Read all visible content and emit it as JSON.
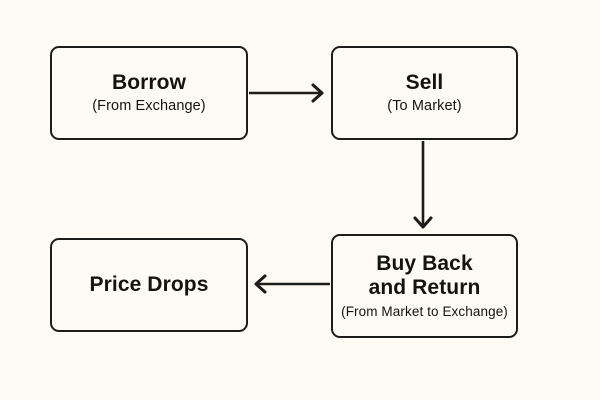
{
  "diagram": {
    "title_text": "",
    "background_color": "#fdfbf3",
    "stroke_color": "#1c1c1a",
    "text_color": "#14140f",
    "nodes": [
      {
        "id": "borrow",
        "title": "Borrow",
        "subtitle": "(From Exchange)"
      },
      {
        "id": "sell",
        "title": "Sell",
        "subtitle": "(To Market)"
      },
      {
        "id": "buyback",
        "title": "Buy Back\nand Return",
        "subtitle": "(From Market to Exchange)"
      },
      {
        "id": "pricedrops",
        "title": "Price Drops",
        "subtitle": ""
      }
    ],
    "connectors": [
      {
        "id": "borrow-to-sell",
        "from": "borrow",
        "to": "sell",
        "direction": "right",
        "label": ""
      },
      {
        "id": "sell-to-buyback",
        "from": "sell",
        "to": "buyback",
        "direction": "down",
        "label": ""
      },
      {
        "id": "buyback-to-pricedrops",
        "from": "buyback",
        "to": "pricedrops",
        "direction": "left",
        "label": ""
      }
    ]
  }
}
